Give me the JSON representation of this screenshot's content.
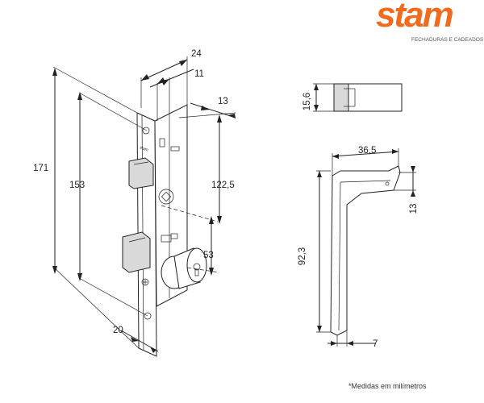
{
  "brand": {
    "name": "stam",
    "tagline": "FECHADURAS E CADEADOS",
    "color": "#f26b1d"
  },
  "note": "*Medidas em milímetros",
  "dimensions": {
    "d24": "24",
    "d11": "11",
    "d13_top": "13",
    "d171": "171",
    "d153": "153",
    "d122": "122,5",
    "d53": "53",
    "d20": "20",
    "d15_6": "15,6",
    "d36_5": "36,5",
    "d13_handle": "13",
    "d92_3": "92,3",
    "d7": "7"
  }
}
